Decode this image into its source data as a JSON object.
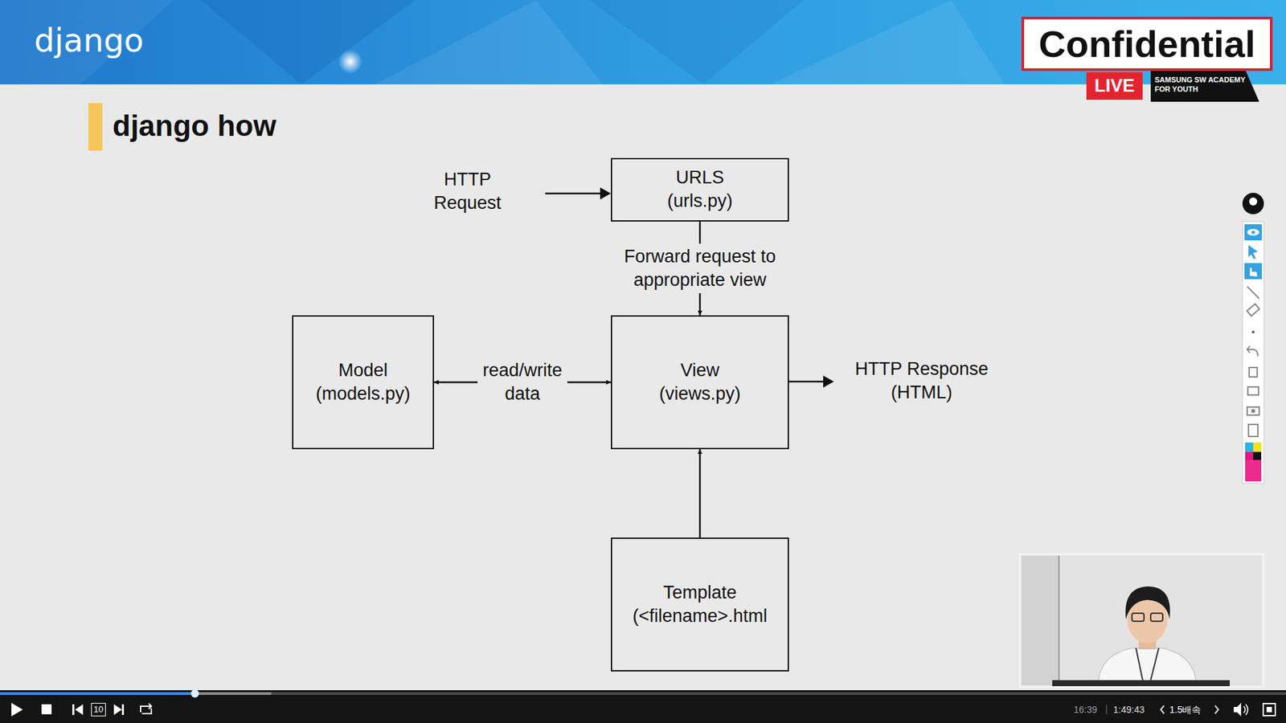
{
  "diagram": {
    "title": "django how",
    "nodes": [
      {
        "text": [
          "URLS (urls.py)"
        ]
      },
      {
        "text": [
          "Model (models.py)"
        ]
      },
      {
        "text": [
          "View (views.py)"
        ]
      },
      {
        "text": [
          "Template (<filename>.html"
        ]
      }
    ],
    "edges": [
      {
        "from": 0,
        "to": 2,
        "label": "Forward request to appropriate view",
        "arrow": "to"
      },
      {
        "from": 1,
        "to": 2,
        "label": "read/write data",
        "arrow": "both"
      },
      {
        "from": 3,
        "to": 2,
        "arrow": "to"
      }
    ],
    "labels": [
      "django",
      "Confidential",
      "LIVE",
      "SAMSUNG SW ACADEMY FOR YOUTH",
      "HTTP Request",
      "HTTP Response (HTML)",
      "10",
      "16:39",
      "1:49:43",
      "1.5배속"
    ]
  }
}
